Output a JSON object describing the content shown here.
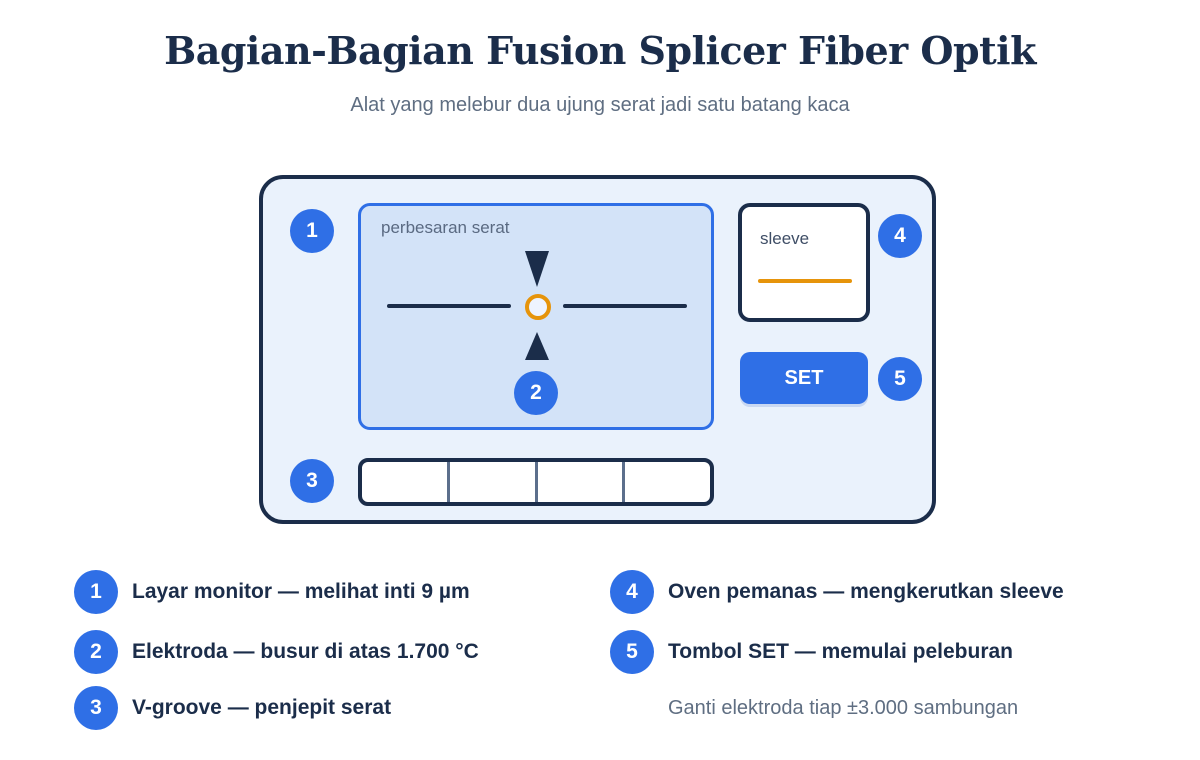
{
  "title": "Bagian-Bagian Fusion Splicer Fiber Optik",
  "subtitle": "Alat yang melebur dua ujung serat jadi satu batang kaca",
  "diagram": {
    "monitor_label": "perbesaran serat",
    "oven_label": "sleeve",
    "set_button_label": "SET",
    "callouts": [
      "1",
      "2",
      "3",
      "4",
      "5"
    ]
  },
  "legend": [
    {
      "number": "1",
      "text": "Layar monitor — melihat inti 9 µm"
    },
    {
      "number": "2",
      "text": "Elektroda — busur di atas 1.700 °C"
    },
    {
      "number": "3",
      "text": "V-groove — penjepit serat"
    },
    {
      "number": "4",
      "text": "Oven pemanas — mengkerutkan sleeve"
    },
    {
      "number": "5",
      "text": "Tombol SET — memulai peleburan"
    }
  ],
  "note": "Ganti elektroda tiap ±3.000 sambungan",
  "colors": {
    "navy": "#1b2d4a",
    "accent_blue": "#2f6fe6",
    "arc_orange": "#e6940b",
    "device_fill": "#eaf2fc",
    "screen_fill": "#d3e3f8"
  }
}
